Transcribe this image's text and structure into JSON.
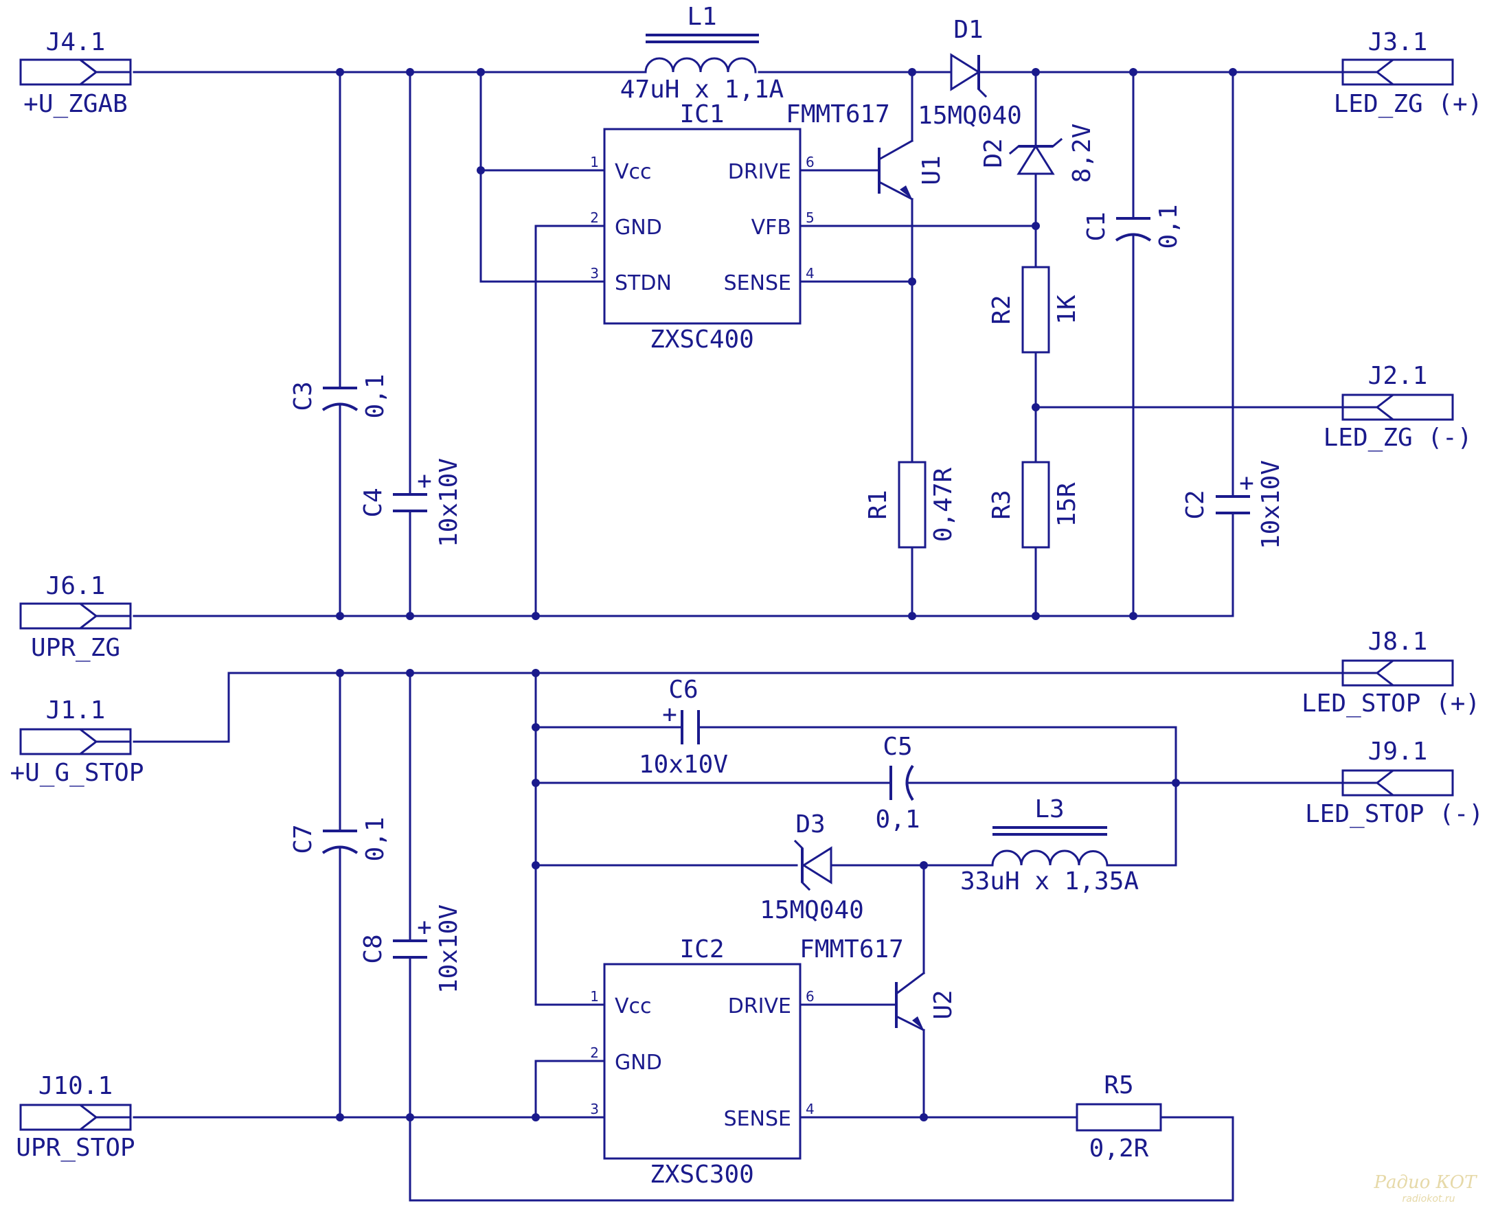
{
  "colors": {
    "ink": "#1a1a8c",
    "background": "#ffffff",
    "watermark": "#e6d9a8"
  },
  "connectors": {
    "j4": {
      "ref": "J4.1",
      "net": "+U_ZGAB"
    },
    "j6": {
      "ref": "J6.1",
      "net": "UPR_ZG"
    },
    "j1": {
      "ref": "J1.1",
      "net": "+U_G_STOP"
    },
    "j10": {
      "ref": "J10.1",
      "net": "UPR_STOP"
    },
    "j3": {
      "ref": "J3.1",
      "net": "LED_ZG (+)"
    },
    "j2": {
      "ref": "J2.1",
      "net": "LED_ZG (-)"
    },
    "j8": {
      "ref": "J8.1",
      "net": "LED_STOP (+)"
    },
    "j9": {
      "ref": "J9.1",
      "net": "LED_STOP (-)"
    }
  },
  "ic1": {
    "ref": "IC1",
    "part": "ZXSC400",
    "pins": [
      {
        "num": "1",
        "name": "Vcc"
      },
      {
        "num": "2",
        "name": "GND"
      },
      {
        "num": "3",
        "name": "STDN"
      },
      {
        "num": "6",
        "name": "DRIVE"
      },
      {
        "num": "5",
        "name": "VFB"
      },
      {
        "num": "4",
        "name": "SENSE"
      }
    ]
  },
  "ic2": {
    "ref": "IC2",
    "part": "ZXSC300",
    "pins": [
      {
        "num": "1",
        "name": "Vcc"
      },
      {
        "num": "2",
        "name": "GND"
      },
      {
        "num": "3",
        "name": ""
      },
      {
        "num": "6",
        "name": "DRIVE"
      },
      {
        "num": "4",
        "name": "SENSE"
      }
    ]
  },
  "components": {
    "l1": {
      "ref": "L1",
      "value": "47uH  x  1,1A"
    },
    "l3": {
      "ref": "L3",
      "value": "33uH  x  1,35A"
    },
    "d1": {
      "ref": "D1",
      "value": "15MQ040"
    },
    "d2": {
      "ref": "D2",
      "value": "8,2V"
    },
    "d3": {
      "ref": "D3",
      "value": "15MQ040"
    },
    "u1": {
      "ref": "U1",
      "value": "FMMT617"
    },
    "u2": {
      "ref": "U2",
      "value": "FMMT617"
    },
    "c1": {
      "ref": "C1",
      "value": "0,1"
    },
    "c2": {
      "ref": "C2",
      "value": "10x10V"
    },
    "c3": {
      "ref": "C3",
      "value": "0,1"
    },
    "c4": {
      "ref": "C4",
      "value": "10x10V"
    },
    "c5": {
      "ref": "C5",
      "value": "0,1"
    },
    "c6": {
      "ref": "C6",
      "value": "10x10V"
    },
    "c7": {
      "ref": "C7",
      "value": "0,1"
    },
    "c8": {
      "ref": "C8",
      "value": "10x10V"
    },
    "r1": {
      "ref": "R1",
      "value": "0,47R"
    },
    "r2": {
      "ref": "R2",
      "value": "1K"
    },
    "r3": {
      "ref": "R3",
      "value": "15R"
    },
    "r5": {
      "ref": "R5",
      "value": "0,2R"
    }
  },
  "polarity_mark": "+",
  "watermark": {
    "logo": "Радио КОТ",
    "url": "radiokot.ru"
  }
}
